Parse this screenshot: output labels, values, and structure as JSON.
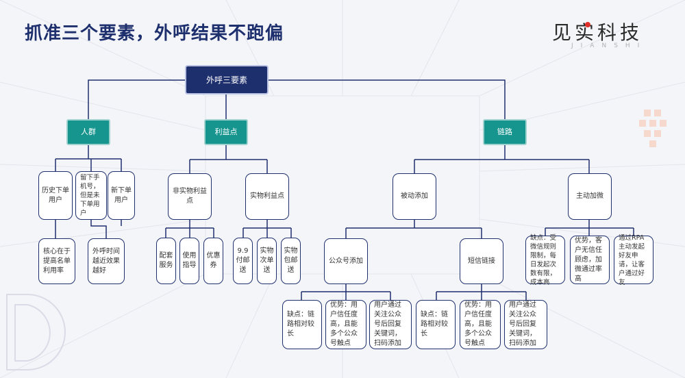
{
  "slide": {
    "title": "抓准三个要素，外呼结果不跑偏",
    "logo_cn": "见实科技",
    "logo_en": "JIANSHI"
  },
  "diagram": {
    "root": "外呼三要素",
    "categories": {
      "crowd": "人群",
      "benefit": "利益点",
      "link": "链路"
    },
    "crowd": {
      "history": "历史下单用户",
      "phone": "留下手机号，但是未下单用户",
      "new": "新下单用户",
      "core": "核心在于提高名单利用率",
      "time": "外呼时间越近效果越好"
    },
    "benefit": {
      "nonphysical": "非实物利益点",
      "physical": "实物利益点",
      "service": "配套服务",
      "guide": "使用指导",
      "coupon": "优惠券",
      "nine": "9.9付邮送",
      "next": "实物次单送",
      "free": "实物包邮送"
    },
    "link": {
      "passive": "被动添加",
      "active": "主动加微",
      "official": "公众号添加",
      "sms": "短信链接",
      "off_con": "缺点：链路相对较长",
      "off_pro": "优势：用户信任度高，且能多个公众号触点",
      "off_how": "用户通过关注公众号后回复关键词，扫码添加",
      "sms_con": "缺点：链路相对较长",
      "sms_pro": "优势：用户信任度高，且能多个公众号触点",
      "sms_how": "用户通过关注公众号后回复关键词，扫码添加",
      "act_con": "缺点：受微信规则限制，每日发起次数有限，成本高",
      "act_pro": "优势，客户无信任顾虑，加微通过率高",
      "act_how": "通过RPA主动发起好友申请，让客户通过好友"
    }
  }
}
